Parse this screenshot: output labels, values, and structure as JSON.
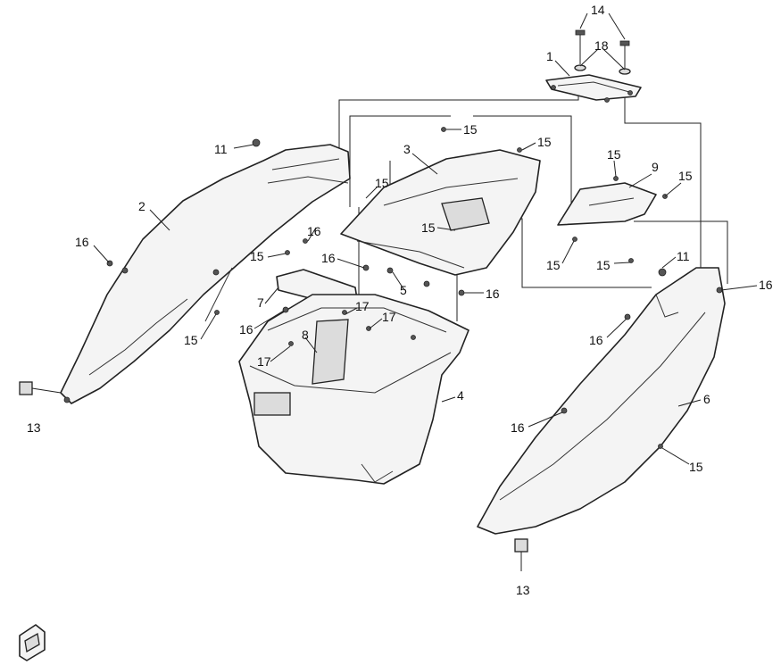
{
  "callouts": [
    {
      "id": "c14",
      "text": "14"
    },
    {
      "id": "c18",
      "text": "18"
    },
    {
      "id": "c1",
      "text": "1"
    },
    {
      "id": "c15a",
      "text": "15"
    },
    {
      "id": "c15b",
      "text": "15"
    },
    {
      "id": "c3",
      "text": "3"
    },
    {
      "id": "c11a",
      "text": "11"
    },
    {
      "id": "c15c",
      "text": "15"
    },
    {
      "id": "c9",
      "text": "9"
    },
    {
      "id": "c15d",
      "text": "15"
    },
    {
      "id": "c15e",
      "text": "15"
    },
    {
      "id": "c2",
      "text": "2"
    },
    {
      "id": "c16a",
      "text": "16"
    },
    {
      "id": "c15f",
      "text": "15"
    },
    {
      "id": "c16b",
      "text": "16"
    },
    {
      "id": "c15g",
      "text": "15"
    },
    {
      "id": "c16c",
      "text": "16"
    },
    {
      "id": "c11b",
      "text": "11"
    },
    {
      "id": "c15h",
      "text": "15"
    },
    {
      "id": "c15i",
      "text": "15"
    },
    {
      "id": "c16d",
      "text": "16"
    },
    {
      "id": "c5",
      "text": "5"
    },
    {
      "id": "c16e",
      "text": "16"
    },
    {
      "id": "c7",
      "text": "7"
    },
    {
      "id": "c17a",
      "text": "17"
    },
    {
      "id": "c16f",
      "text": "16"
    },
    {
      "id": "c17b",
      "text": "17"
    },
    {
      "id": "c8",
      "text": "8"
    },
    {
      "id": "c15j",
      "text": "15"
    },
    {
      "id": "c16g",
      "text": "16"
    },
    {
      "id": "c17c",
      "text": "17"
    },
    {
      "id": "c4",
      "text": "4"
    },
    {
      "id": "c6",
      "text": "6"
    },
    {
      "id": "c13a",
      "text": "13"
    },
    {
      "id": "c16h",
      "text": "16"
    },
    {
      "id": "c15k",
      "text": "15"
    },
    {
      "id": "c13b",
      "text": "13"
    }
  ]
}
